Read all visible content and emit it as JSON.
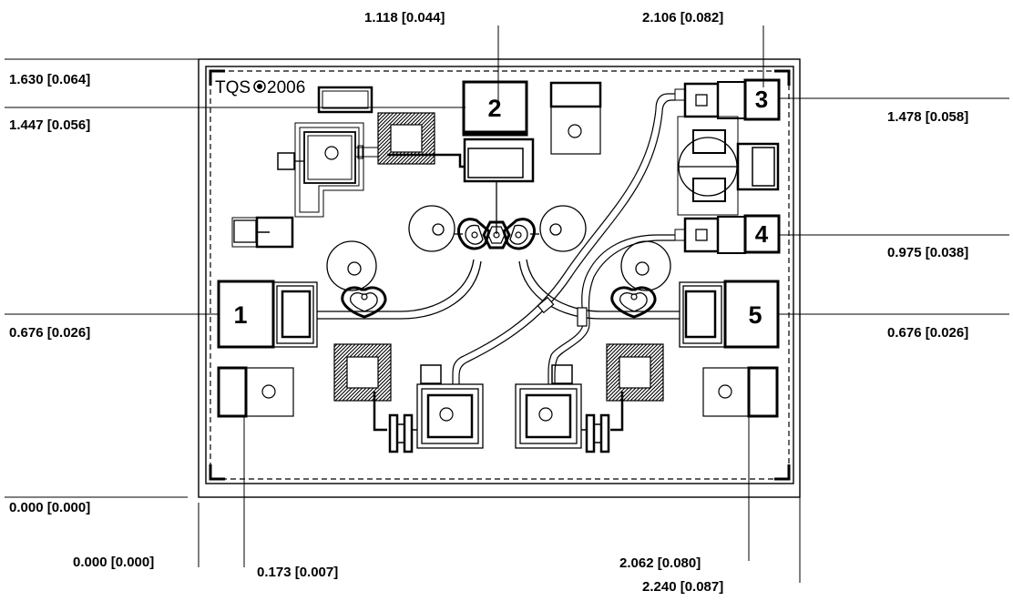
{
  "die": {
    "logo_text": "TQS",
    "year_text": "2006",
    "pads": [
      {
        "id": "1",
        "label": "1"
      },
      {
        "id": "2",
        "label": "2"
      },
      {
        "id": "3",
        "label": "3"
      },
      {
        "id": "4",
        "label": "4"
      },
      {
        "id": "5",
        "label": "5"
      }
    ]
  },
  "dimensions": {
    "top": [
      {
        "id": "pad2-x",
        "label": "1.118 [0.044]"
      },
      {
        "id": "pad3-x",
        "label": "2.106 [0.082]"
      }
    ],
    "left": [
      {
        "id": "die-height",
        "label": "1.630 [0.064]"
      },
      {
        "id": "pad2-y",
        "label": "1.447 [0.056]"
      },
      {
        "id": "pad1-y",
        "label": "0.676 [0.026]"
      },
      {
        "id": "origin-y",
        "label": "0.000 [0.000]"
      }
    ],
    "right": [
      {
        "id": "pad3-y",
        "label": "1.478 [0.058]"
      },
      {
        "id": "pad4-y",
        "label": "0.975 [0.038]"
      },
      {
        "id": "pad5-y",
        "label": "0.676 [0.026]"
      }
    ],
    "bottom": [
      {
        "id": "origin-x",
        "label": "0.000 [0.000]"
      },
      {
        "id": "pad1-x",
        "label": "0.173 [0.007]"
      },
      {
        "id": "pad5-x",
        "label": "2.062 [0.080]"
      },
      {
        "id": "die-width",
        "label": "2.240 [0.087]"
      }
    ]
  }
}
